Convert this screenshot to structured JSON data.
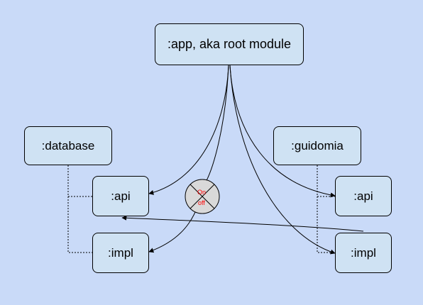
{
  "nodes": {
    "app": ":app, aka root module",
    "database": ":database",
    "db_api": ":api",
    "db_impl": ":impl",
    "guidomia": ":guidomia",
    "g_api": ":api",
    "g_impl": ":impl"
  },
  "toggle": {
    "on": "On",
    "off": "off"
  },
  "colors": {
    "background": "#c9daf8",
    "node_fill": "#cfe2f3",
    "toggle_fill": "#d9d9d9",
    "toggle_text": "#ff0000"
  }
}
